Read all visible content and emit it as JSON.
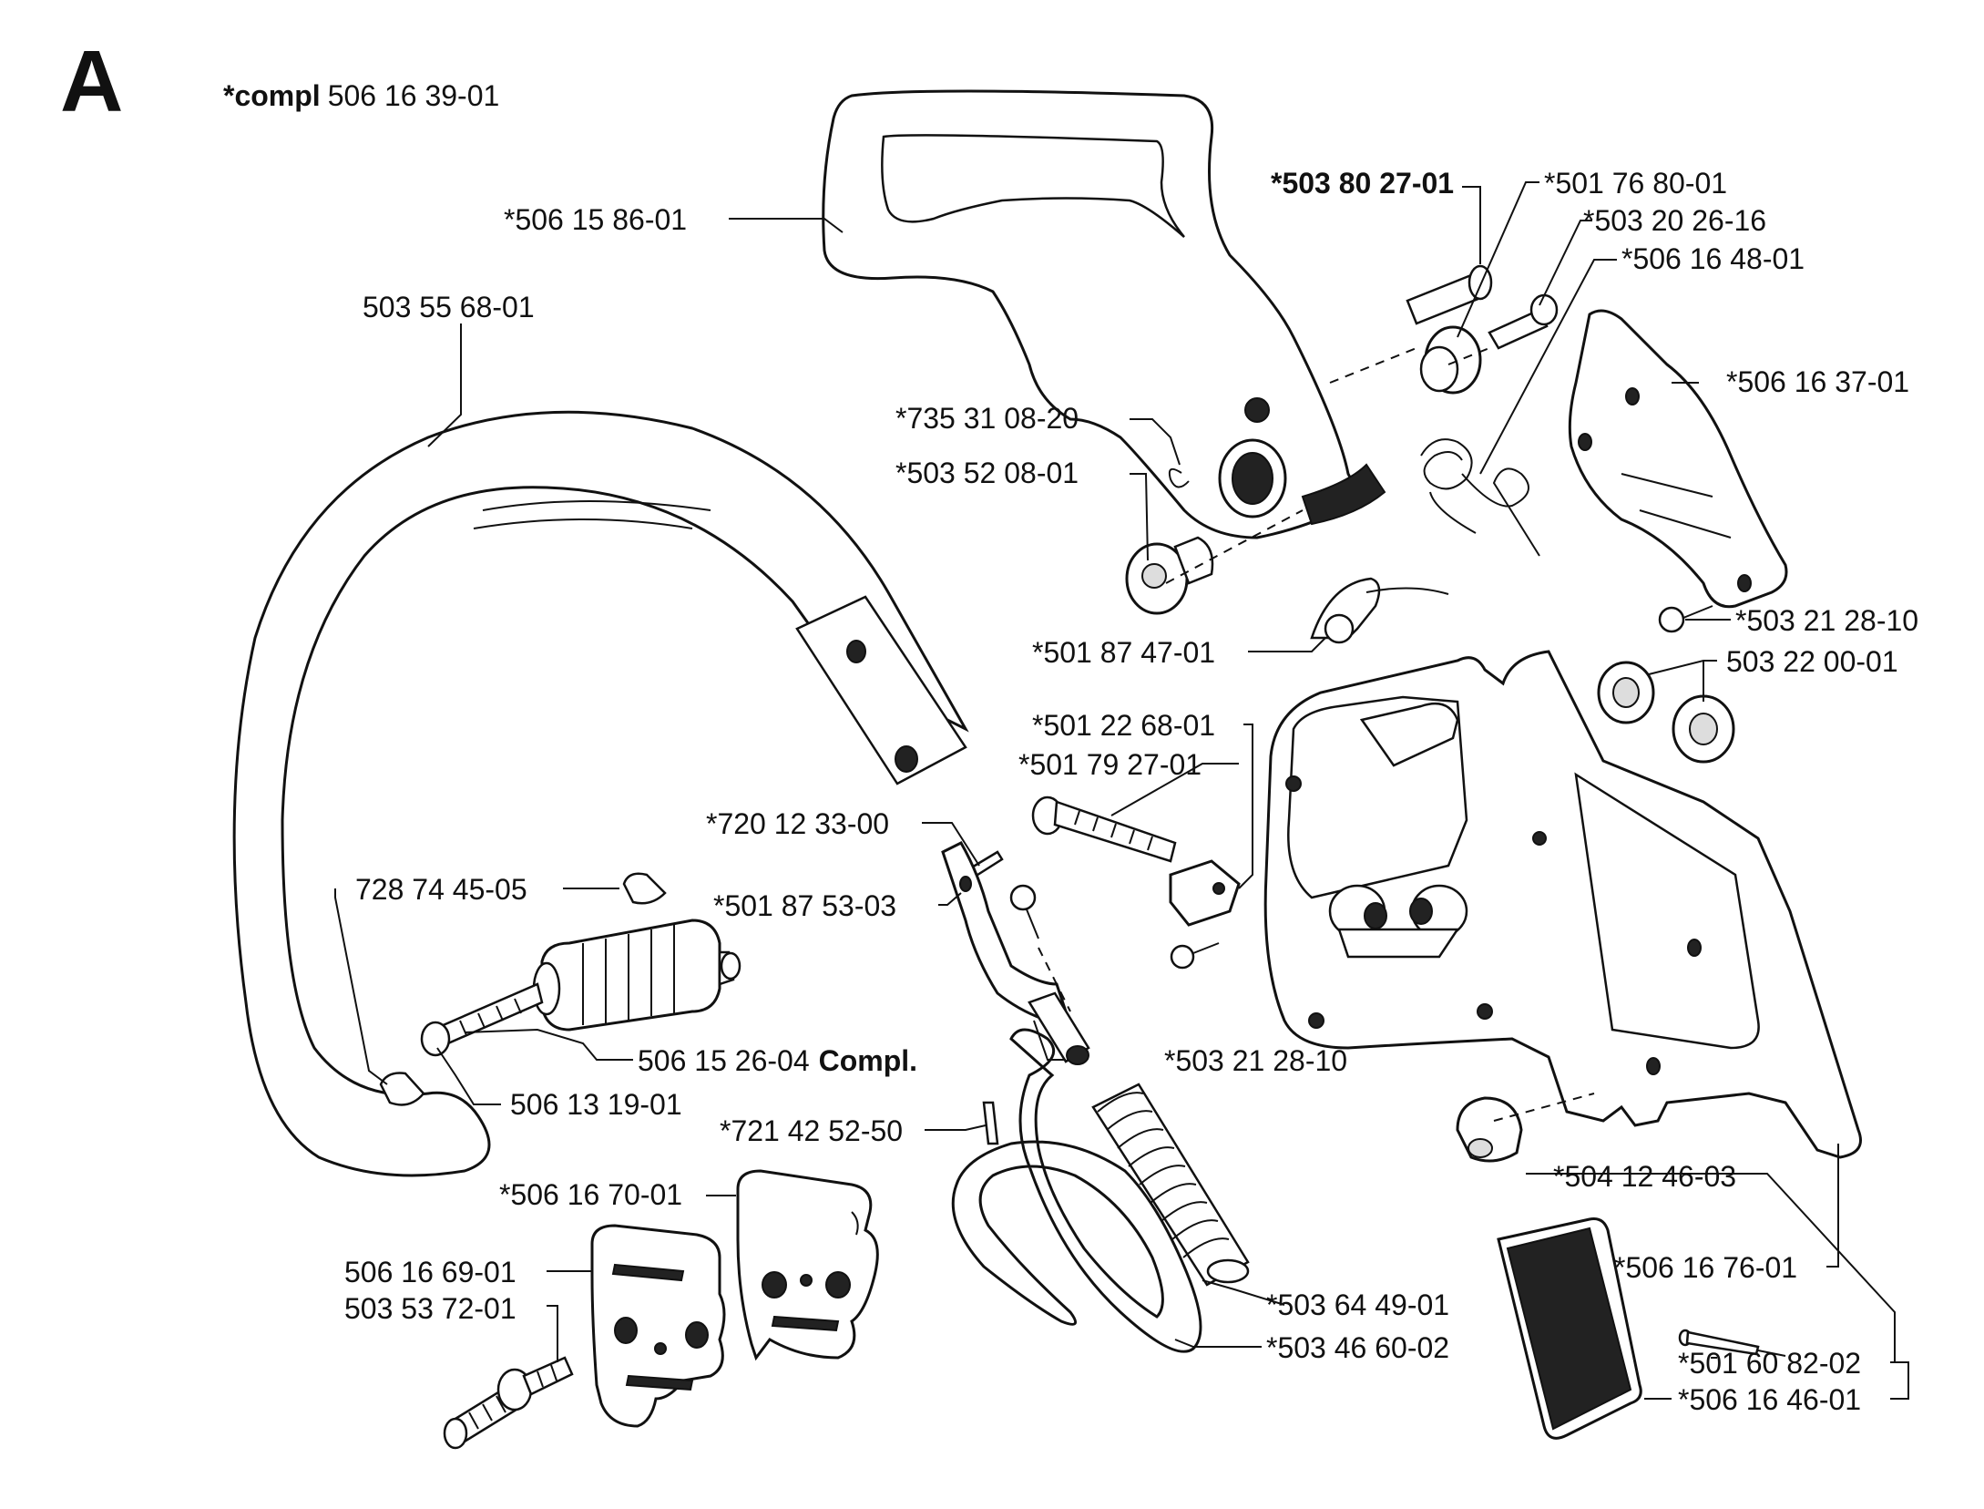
{
  "diagram": {
    "section_letter": "A",
    "compl_prefix": "*compl",
    "compl_number": "506 16 39-01",
    "labels": {
      "front_handle": "*506 15 86-01",
      "handlebar": "503 55 68-01",
      "bolt_top": "*503 80 27-01",
      "washer_top": "*501 76 80-01",
      "screw_top": "*503 20 26-16",
      "spring_top": "*506 16 48-01",
      "cover_plate": "*506 16 37-01",
      "circlip": "*735 31 08-20",
      "bushing": "*503 52 08-01",
      "screw_cover": "*503 21 28-10",
      "nut_pair": "503 22 00-01",
      "latch": "*501 87 47-01",
      "adjust_nut": "*501 22 68-01",
      "adjust_screw": "*501 79 27-01",
      "pin_top": "*720 12 33-00",
      "lever": "*501 87 53-03",
      "plug": "728 74 45-05",
      "damper_compl": "506 15 26-04",
      "damper_compl_suffix": "Compl.",
      "damper_bolt": "506 13 19-01",
      "screw_mid": "*503 21 28-10",
      "pin_bottom": "*721 42 52-50",
      "plate_top": "*506 16 70-01",
      "plate_front": "506 16 69-01",
      "stud": "503 53 72-01",
      "buffer": "*504 12 46-03",
      "housing": "*506 16 76-01",
      "spring_coil": "*503 64 49-01",
      "brake_band": "*503 46 60-02",
      "rivet": "*501 60 82-02",
      "pad": "*506 16 46-01"
    }
  }
}
